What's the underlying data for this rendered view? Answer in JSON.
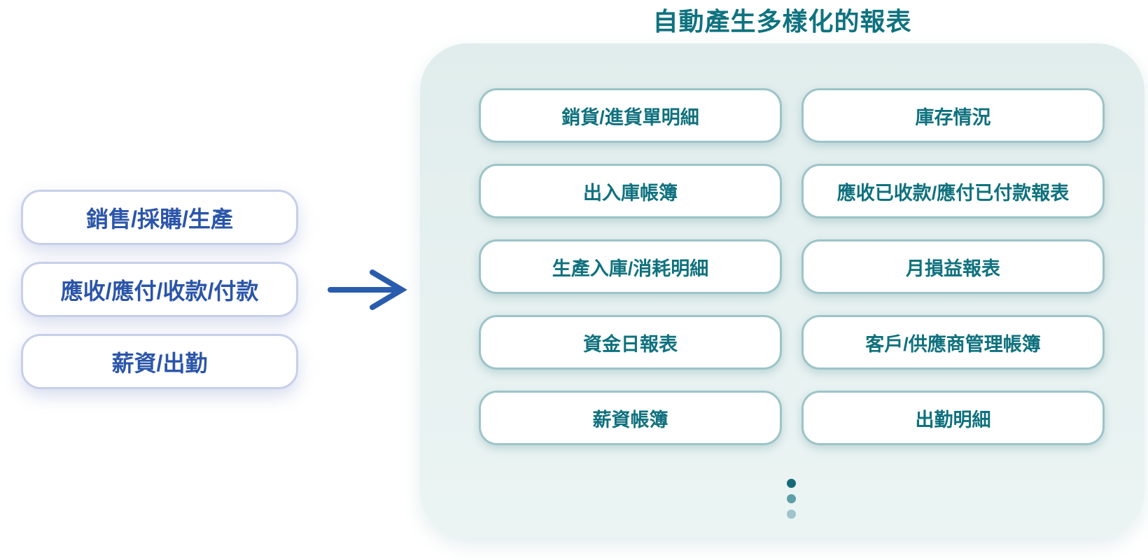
{
  "title": "自動產生多樣化的報表",
  "sources": {
    "items": [
      {
        "label": "銷售/採購/生產"
      },
      {
        "label": "應收/應付/收款/付款"
      },
      {
        "label": "薪資/出勤"
      }
    ]
  },
  "icons": {
    "flow_arrow": "arrow-right"
  },
  "reports": {
    "items": [
      "銷貨/進貨單明細",
      "庫存情況",
      "出入庫帳簿",
      "應收已收款/應付已付款報表",
      "生產入庫/消耗明細",
      "月損益報表",
      "資金日報表",
      "客戶/供應商管理帳簿",
      "薪資帳簿",
      "出勤明細"
    ]
  },
  "ellipsis": {
    "count": 3
  },
  "colors": {
    "title_text": "#0e727f",
    "source_border": "#c7cfe9",
    "source_text": "#2b55a9",
    "arrow": "#2a5cad",
    "panel_bg": "#e6f1f0",
    "report_border": "#9cc4c8",
    "report_text": "#0f717e",
    "dots": [
      "#156a79",
      "#5e9ea8",
      "#9fc4cb"
    ]
  }
}
